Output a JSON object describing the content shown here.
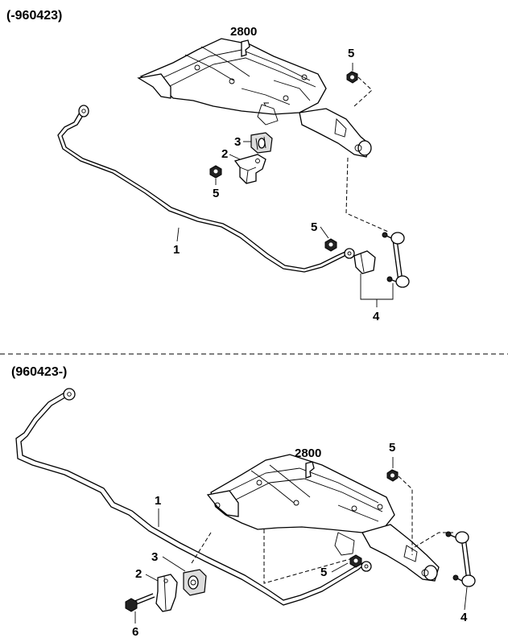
{
  "sections": [
    {
      "header": "(-960423)",
      "labels": {
        "ref_2800": "2800",
        "part_1": "1",
        "part_2": "2",
        "part_3": "3",
        "part_4": "4",
        "part_5_top": "5",
        "part_5_left": "5",
        "part_5_mid": "5"
      }
    },
    {
      "header": "(960423-)",
      "labels": {
        "ref_2800": "2800",
        "part_1": "1",
        "part_2": "2",
        "part_3": "3",
        "part_4": "4",
        "part_5_top": "5",
        "part_5_mid": "5",
        "part_6": "6"
      }
    }
  ]
}
